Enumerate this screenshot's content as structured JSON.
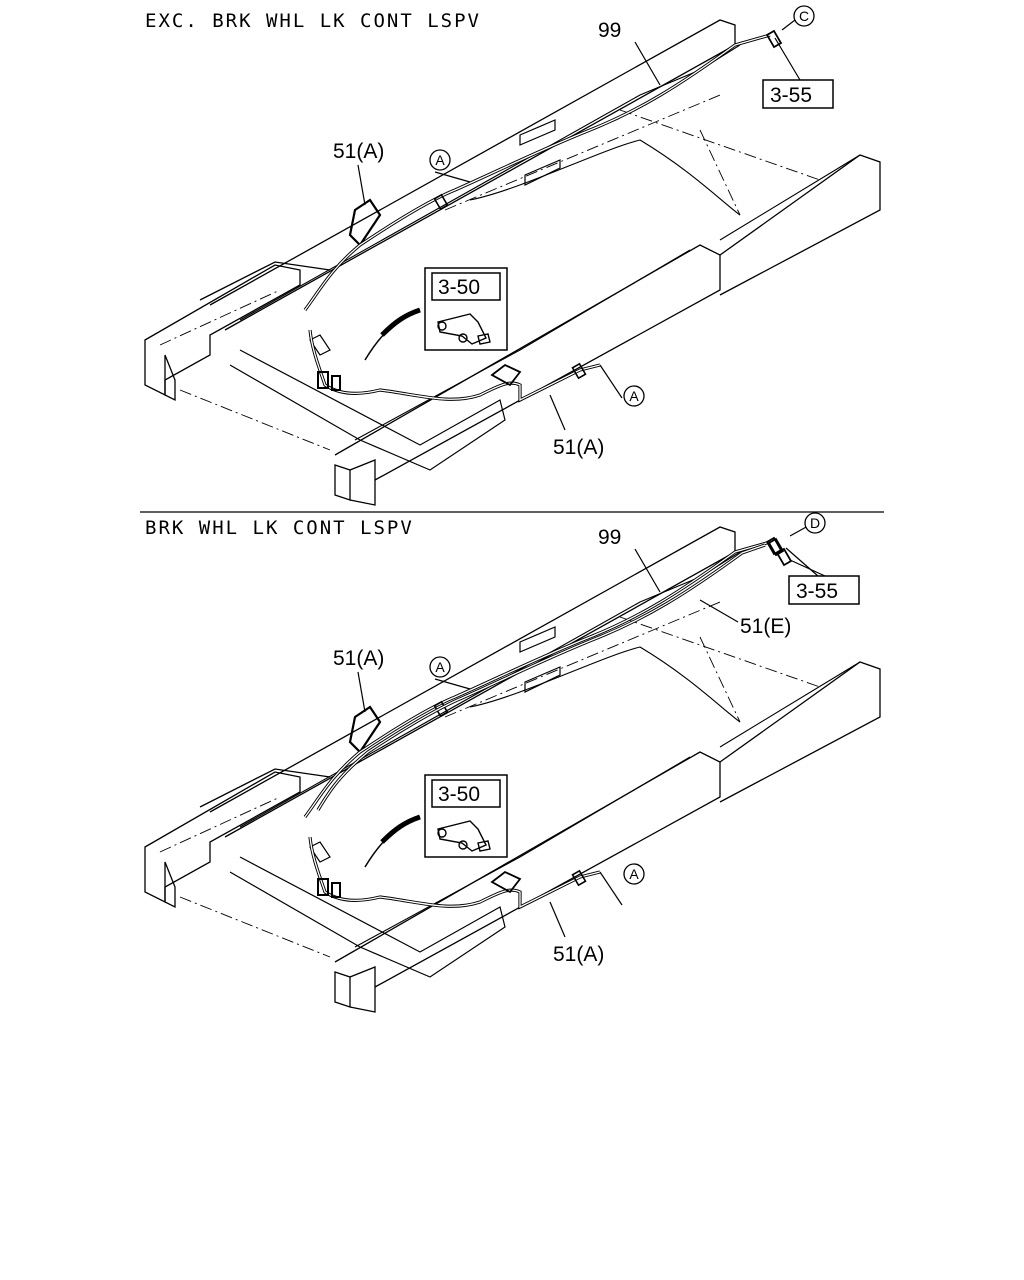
{
  "sections": [
    {
      "title": "EXC. BRK WHL LK CONT LSPV",
      "labels": {
        "part_99": "99",
        "part_51a_top": "51(A)",
        "part_51a_bottom": "51(A)",
        "ref_3_50": "3-50",
        "ref_3_55": "3-55",
        "conn_a_1": "A",
        "conn_a_2": "A",
        "conn_c": "C"
      }
    },
    {
      "title": "BRK WHL LK CONT LSPV",
      "labels": {
        "part_99": "99",
        "part_51e": "51(E)",
        "part_51a_top": "51(A)",
        "part_51a_bottom": "51(A)",
        "ref_3_50": "3-50",
        "ref_3_55": "3-55",
        "conn_a_1": "A",
        "conn_a_2": "A",
        "conn_d": "D"
      }
    }
  ],
  "colors": {
    "ink": "#000000",
    "paper": "#ffffff"
  }
}
